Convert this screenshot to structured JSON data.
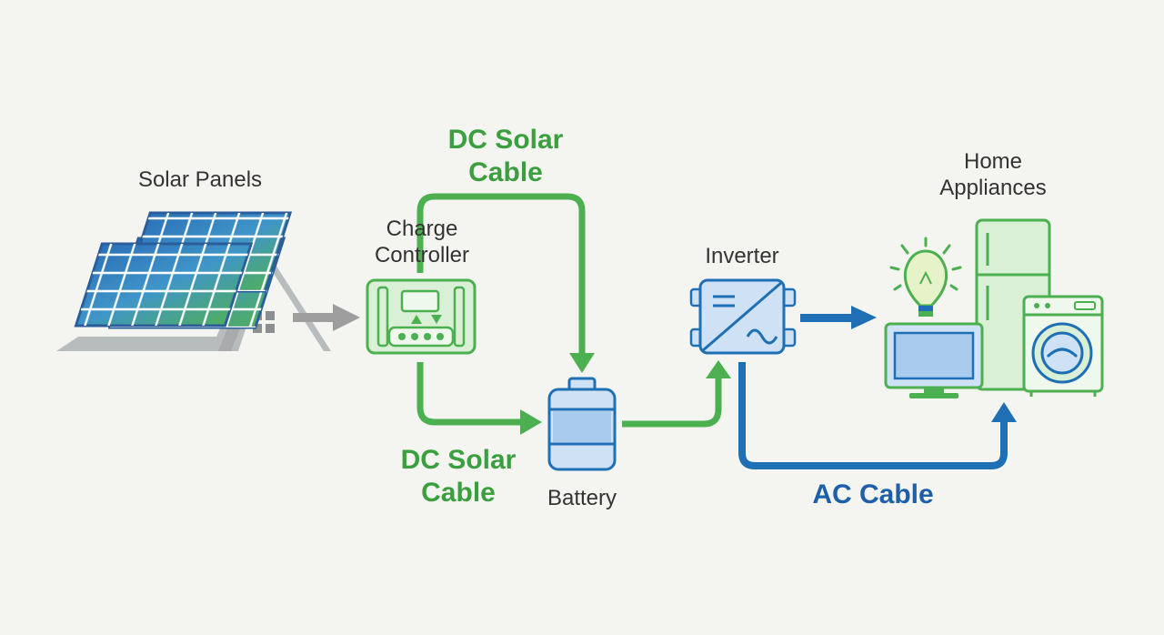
{
  "labels": {
    "solar_panels": "Solar Panels",
    "charge_controller": "Charge\nController",
    "inverter": "Inverter",
    "battery": "Battery",
    "home_appliances": "Home\nAppliances",
    "dc_cable_top": "DC Solar\nCable",
    "dc_cable_bottom": "DC Solar\nCable",
    "ac_cable": "AC Cable"
  },
  "colors": {
    "green": "#4caf50",
    "green_text": "#3b9e3f",
    "blue": "#1f6fb5",
    "blue_text": "#1d5fa8",
    "gray": "#9e9e9e",
    "panel_blue": "#2e7fc0",
    "panel_green": "#5cae5a",
    "light_green_fill": "#d9efd6",
    "light_blue_fill": "#cfe2f5",
    "text": "#333333"
  },
  "icons": {
    "solar_panels": "solar-panel-icon",
    "house": "house-roof-icon",
    "charge_controller": "charge-controller-icon",
    "battery": "battery-icon",
    "inverter": "inverter-icon",
    "bulb": "light-bulb-icon",
    "tv": "television-icon",
    "fridge": "refrigerator-icon",
    "washer": "washing-machine-icon"
  }
}
